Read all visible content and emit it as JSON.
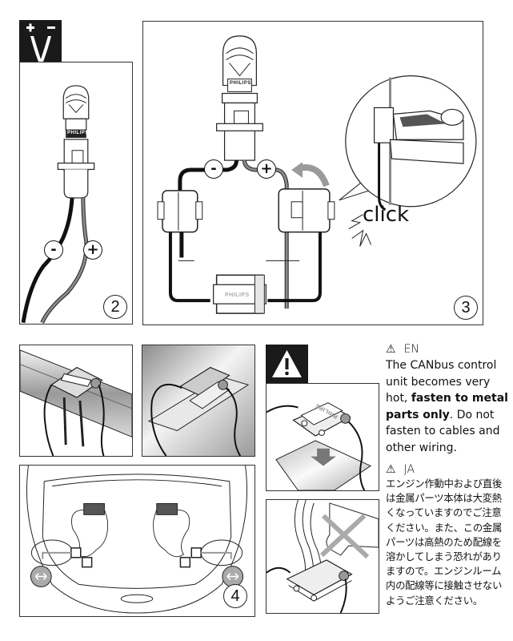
{
  "step_badges": {
    "polarity_badge": {
      "plus": "+",
      "minus": "-"
    }
  },
  "panel_2": {
    "step_number": "2",
    "minus_label": "-",
    "plus_label": "+",
    "bulb_brand": "PHILIPS"
  },
  "panel_3": {
    "step_number": "3",
    "minus_label": "-",
    "plus_label": "+",
    "bulb_brand": "PHILIPS",
    "module_brand": "PHILIPS",
    "click_label": "click"
  },
  "panel_4": {
    "step_number": "4"
  },
  "warning_panel": {
    "icon": "warning-icon",
    "unit_brand": "PHILIPS"
  },
  "notes": {
    "en": {
      "warning_symbol": "⚠",
      "lang": "EN",
      "text_1": "The CANbus control unit becomes very hot, ",
      "bold": "fasten to metal parts only",
      "text_2": ". Do not fasten to cables and other wiring."
    },
    "ja": {
      "warning_symbol": "⚠",
      "lang": "JA",
      "text": "エンジン作動中および直後は金属パーツ本体は大変熱くなっていますのでご注意ください。また、この金属パーツは高熱のため配線を溶かしてしまう恐れがありますので。エンジンルーム内の配線等に接触させないようご注意ください。"
    }
  },
  "colors": {
    "ink": "#111111",
    "wire_positive": "#8a8a8a",
    "badge_bg": "#1a1a1a",
    "arrow_gray": "#9a9a9a"
  }
}
